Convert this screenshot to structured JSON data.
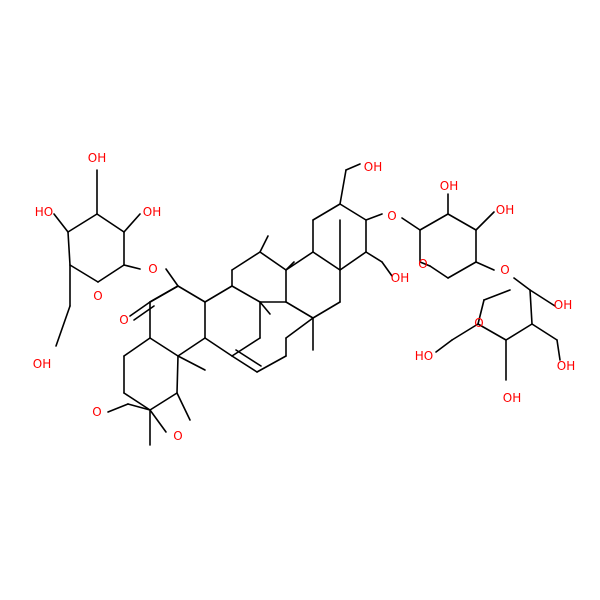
{
  "colors": {
    "bond": "#000000",
    "oxygen": "#ff0000",
    "background": "#ffffff"
  },
  "atom_labels": {
    "oh_glc1_a": "OH",
    "oh_glc1_b": "HO",
    "oh_glc1_c": "OH",
    "oh_glc1_ch2": "OH",
    "o_glc1_ring": "O",
    "o_glc1_link": "O",
    "oh_ch2oh_top": "OH",
    "o_ara_link": "O",
    "oh_ara_a": "OH",
    "oh_ara_b": "OH",
    "o_ara_ring": "O",
    "o_ara_glc_link": "O",
    "oh_ring_e": "OH",
    "o_ester_carbonyl": "O",
    "o_glc2_ring": "O",
    "oh_glc2_a": "OH",
    "oh_glc2_b": "OH",
    "oh_glc2_c": "OH",
    "oh_glc2_ch2": "HO",
    "o_methoxy": "O",
    "o_methyl_ester_carbonyl": "O"
  }
}
